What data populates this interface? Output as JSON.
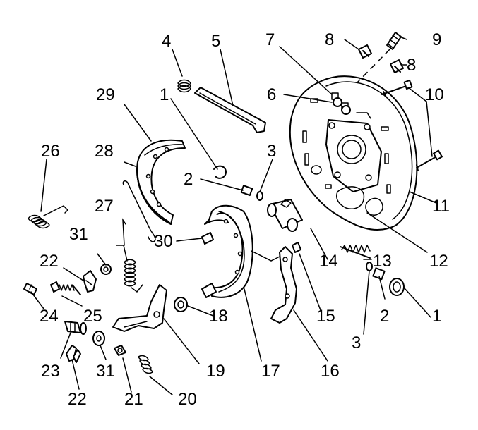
{
  "callouts": [
    {
      "id": "c1a",
      "text": "1"
    },
    {
      "id": "c1b",
      "text": "1"
    },
    {
      "id": "c2a",
      "text": "2"
    },
    {
      "id": "c2b",
      "text": "2"
    },
    {
      "id": "c3a",
      "text": "3"
    },
    {
      "id": "c3b",
      "text": "3"
    },
    {
      "id": "c4",
      "text": "4"
    },
    {
      "id": "c5",
      "text": "5"
    },
    {
      "id": "c6",
      "text": "6"
    },
    {
      "id": "c7",
      "text": "7"
    },
    {
      "id": "c8a",
      "text": "8"
    },
    {
      "id": "c8b",
      "text": "8"
    },
    {
      "id": "c9",
      "text": "9"
    },
    {
      "id": "c10",
      "text": "10"
    },
    {
      "id": "c11",
      "text": "11"
    },
    {
      "id": "c12",
      "text": "12"
    },
    {
      "id": "c13",
      "text": "13"
    },
    {
      "id": "c14",
      "text": "14"
    },
    {
      "id": "c15",
      "text": "15"
    },
    {
      "id": "c16",
      "text": "16"
    },
    {
      "id": "c17",
      "text": "17"
    },
    {
      "id": "c18",
      "text": "18"
    },
    {
      "id": "c19",
      "text": "19"
    },
    {
      "id": "c20",
      "text": "20"
    },
    {
      "id": "c21",
      "text": "21"
    },
    {
      "id": "c22a",
      "text": "22"
    },
    {
      "id": "c22b",
      "text": "22"
    },
    {
      "id": "c23",
      "text": "23"
    },
    {
      "id": "c24",
      "text": "24"
    },
    {
      "id": "c25",
      "text": "25"
    },
    {
      "id": "c26",
      "text": "26"
    },
    {
      "id": "c27",
      "text": "27"
    },
    {
      "id": "c28",
      "text": "28"
    },
    {
      "id": "c29",
      "text": "29"
    },
    {
      "id": "c30",
      "text": "30"
    },
    {
      "id": "c31a",
      "text": "31"
    },
    {
      "id": "c31b",
      "text": "31"
    }
  ],
  "colors": {
    "line": "#000000",
    "background": "#ffffff"
  }
}
